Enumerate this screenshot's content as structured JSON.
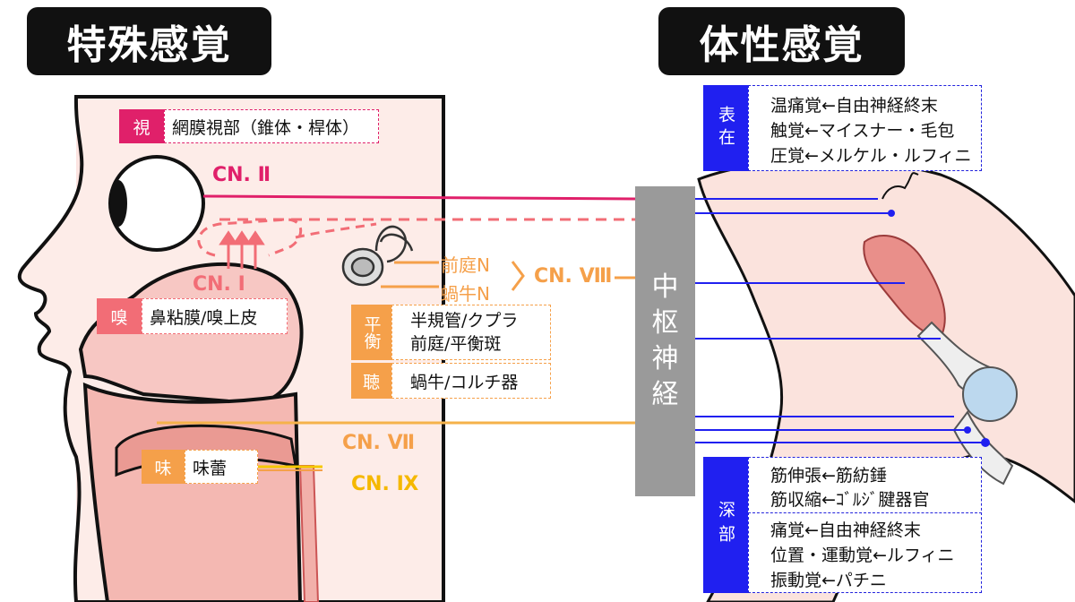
{
  "titles": {
    "special": "特殊感覚",
    "somatic": "体性感覚"
  },
  "center": {
    "label": [
      "中",
      "枢",
      "神",
      "経"
    ]
  },
  "vision": {
    "tag": "視",
    "text": "網膜視部（錐体・桿体）",
    "cn": "CN. Ⅱ"
  },
  "smell": {
    "tag": "嗅",
    "text": "鼻粘膜/嗅上皮",
    "cn": "CN. Ⅰ"
  },
  "ear": {
    "n1": "前庭N",
    "n2": "蝸牛N",
    "cn": "CN. Ⅷ",
    "bal_tag": "平衡",
    "bal_lines": [
      "半規管/クプラ",
      "前庭/平衡斑"
    ],
    "hear_tag": "聴",
    "hear_text": "蝸牛/コルチ器"
  },
  "taste": {
    "tag": "味",
    "text": "味蕾",
    "cn1": "CN. Ⅶ",
    "cn2": "CN. Ⅸ"
  },
  "surface": {
    "tag": "表在",
    "lines": [
      "温痛覚←自由神経終末",
      "触覚←マイスナー・毛包",
      "圧覚←メルケル・ルフィニ"
    ]
  },
  "deep": {
    "tag": "深部",
    "lines1": [
      "筋伸張←筋紡錘",
      "筋収縮←ｺﾞﾙｼﾞ腱器官"
    ],
    "lines2": [
      "痛覚←自由神経終末",
      "位置・運動覚←ルフィニ",
      "振動覚←パチニ"
    ]
  },
  "colors": {
    "vision": "#e0206a",
    "smell": "#f26d76",
    "ear": "#f5a04a",
    "taste": "#f5b800",
    "somatic": "#2020f0",
    "center": "#9a9a9a"
  }
}
